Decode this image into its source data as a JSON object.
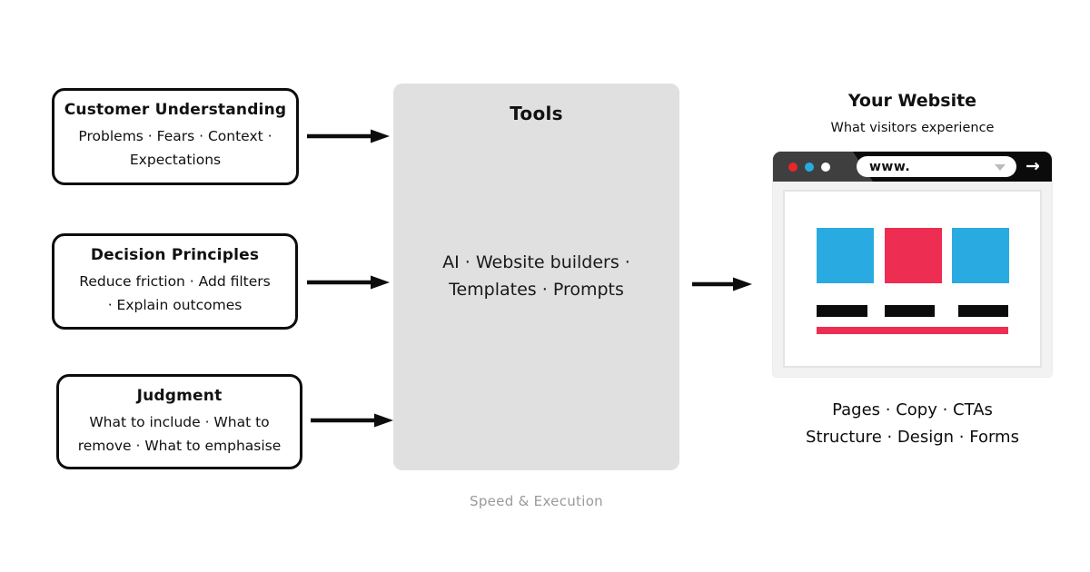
{
  "diagram": {
    "inputs": [
      {
        "title": "Customer Understanding",
        "lines": [
          "Problems · Fears · Context ·",
          "Expectations"
        ]
      },
      {
        "title": "Decision Principles",
        "lines": [
          "Reduce friction · Add filters",
          "· Explain outcomes"
        ]
      },
      {
        "title": "Judgment",
        "lines": [
          "What to include · What to",
          "remove · What to emphasise"
        ]
      }
    ],
    "tools": {
      "title": "Tools",
      "lines": [
        "AI · Website builders ·",
        "Templates · Prompts"
      ],
      "footnote": "Speed & Execution"
    },
    "website": {
      "title": "Your Website",
      "subtitle": "What visitors experience",
      "url_text": "www.",
      "go_arrow": "→",
      "outputs": [
        "Pages · Copy · CTAs",
        "Structure · Design · Forms"
      ]
    },
    "colors": {
      "accent_blue": "#29ABE2",
      "accent_red": "#EE2D52",
      "panel_gray": "#E0E0E0",
      "muted_text": "#9A9A9A",
      "bar_black": "#0B0B0B",
      "tab_gray": "#3F3F3F"
    }
  }
}
